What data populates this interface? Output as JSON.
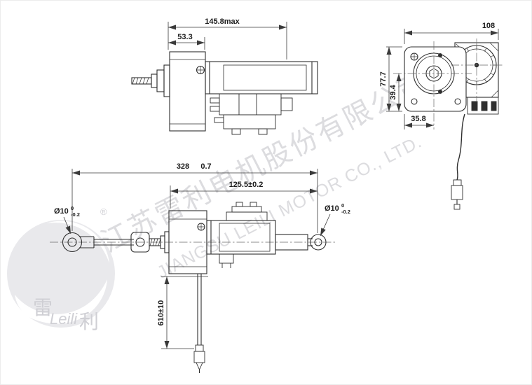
{
  "sheet": {
    "background": "#ffffff",
    "line_color": "#2f2f2f",
    "dim_text_color": "#1c1c1c",
    "watermark_color": "#dcdcdf"
  },
  "watermark": {
    "company_cn": "江苏雷利电机股份有限公司",
    "company_en": "JIANGSU LEILI MOTOR CO., LTD.",
    "registered_mark": "®",
    "logo": {
      "cn_left": "雷",
      "script": "Leili",
      "cn_right": "利"
    }
  },
  "side_view": {
    "dim_overall_length": "145.8max",
    "dim_gearbox_length": "53.3"
  },
  "front_view": {
    "dim_width": "108",
    "dim_height": "77.7",
    "dim_center_to_base": "39.4",
    "dim_edge_to_center": "35.8"
  },
  "assembly_view": {
    "dim_overall_value": "328",
    "dim_overall_tol": "0.7",
    "dim_retracted": "125.5±0.2",
    "dim_cable_length": "610±10",
    "hole_left": {
      "diameter": "Ø10",
      "tol_upper": "0",
      "tol_lower": "-0.2"
    },
    "hole_right": {
      "diameter": "Ø10",
      "tol_upper": "0",
      "tol_lower": "-0.2"
    }
  }
}
